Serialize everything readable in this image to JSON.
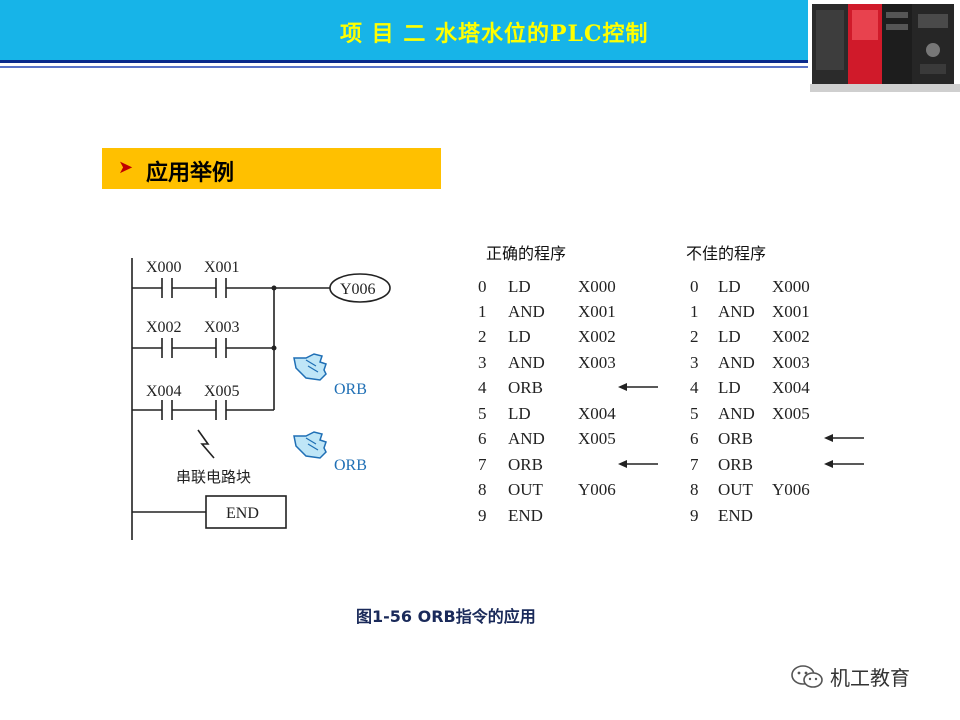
{
  "header": {
    "title": "项 目 二   水塔水位的PLC控制",
    "accent": "#17b4e8",
    "title_color": "#ffff00"
  },
  "section": {
    "label": "应用举例",
    "bg": "#ffc000"
  },
  "ladder": {
    "contacts": [
      "X000",
      "X001",
      "X002",
      "X003",
      "X004",
      "X005"
    ],
    "coil": "Y006",
    "end_label": "END",
    "orb_labels": [
      "ORB",
      "ORB"
    ],
    "series_block_label": "串联电路块"
  },
  "programs": {
    "correct": {
      "title": "正确的程序",
      "rows": [
        [
          "0",
          "LD",
          "X000"
        ],
        [
          "1",
          "AND",
          "X001"
        ],
        [
          "2",
          "LD",
          "X002"
        ],
        [
          "3",
          "AND",
          "X003"
        ],
        [
          "4",
          "ORB",
          ""
        ],
        [
          "5",
          "LD",
          "X004"
        ],
        [
          "6",
          "AND",
          "X005"
        ],
        [
          "7",
          "ORB",
          ""
        ],
        [
          "8",
          "OUT",
          "Y006"
        ],
        [
          "9",
          "END",
          ""
        ]
      ]
    },
    "poor": {
      "title": "不佳的程序",
      "rows": [
        [
          "0",
          "LD",
          "X000"
        ],
        [
          "1",
          "AND",
          "X001"
        ],
        [
          "2",
          "LD",
          "X002"
        ],
        [
          "3",
          "AND",
          "X003"
        ],
        [
          "4",
          "LD",
          "X004"
        ],
        [
          "5",
          "AND",
          "X005"
        ],
        [
          "6",
          "ORB",
          ""
        ],
        [
          "7",
          "ORB",
          ""
        ],
        [
          "8",
          "OUT",
          "Y006"
        ],
        [
          "9",
          "END",
          ""
        ]
      ]
    }
  },
  "caption": "图1-56   ORB指令的应用",
  "watermark": "机工教育"
}
